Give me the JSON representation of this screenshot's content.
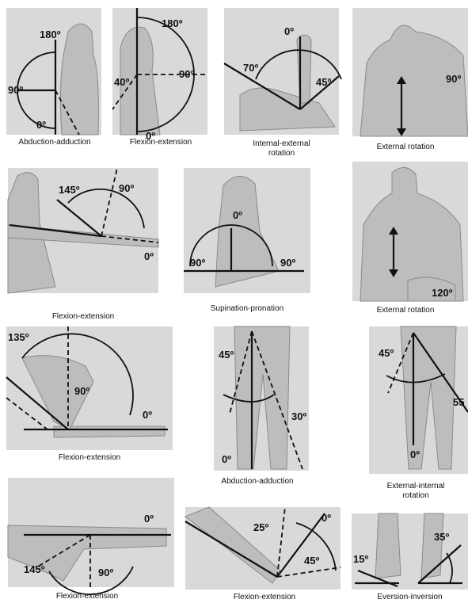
{
  "panels": [
    {
      "caption": [
        "Abduction-adduction"
      ],
      "labels": [
        "180º",
        "90º",
        "0º"
      ]
    },
    {
      "caption": [
        "Flexion-extension"
      ],
      "labels": [
        "180º",
        "40º",
        "90º",
        "0º"
      ]
    },
    {
      "caption": [
        "Internal-external",
        "rotation"
      ],
      "labels": [
        "0º",
        "70º",
        "45º"
      ]
    },
    {
      "caption": [
        "External rotation"
      ],
      "labels": [
        "90º"
      ]
    },
    {
      "caption": [
        "Flexion-extension"
      ],
      "labels": [
        "145º",
        "90º",
        "0º"
      ]
    },
    {
      "caption": [
        "Supination-pronation"
      ],
      "labels": [
        "0º",
        "90º",
        "90º"
      ]
    },
    {
      "caption": [
        "External rotation"
      ],
      "labels": [
        "120º"
      ]
    },
    {
      "caption": [
        "Flexion-extension"
      ],
      "labels": [
        "135º",
        "90º",
        "0º"
      ]
    },
    {
      "caption": [
        "Abduction-adduction"
      ],
      "labels": [
        "45º",
        "30º",
        "0º"
      ]
    },
    {
      "caption": [
        "External-internal",
        "rotation"
      ],
      "labels": [
        "45º",
        "55",
        "0º"
      ]
    },
    {
      "caption": [
        "Flexion-extension"
      ],
      "labels": [
        "0º",
        "145º",
        "90º"
      ]
    },
    {
      "caption": [
        "Flexion-extension"
      ],
      "labels": [
        "25º",
        "0º",
        "45º"
      ]
    },
    {
      "caption": [
        "Eversion-inversion"
      ],
      "labels": [
        "15º",
        "35º"
      ]
    }
  ]
}
